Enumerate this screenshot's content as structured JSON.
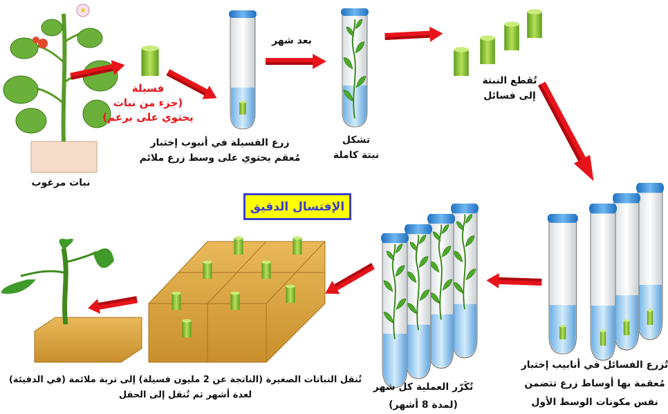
{
  "title": "الإفتسال الدقيق",
  "colors": {
    "arrow": "#e8141b",
    "title_bg": "#ffff00",
    "title_border": "#3a3ed0",
    "cap": "#3a8fd8",
    "medium": "#a9d4f5",
    "plant": "#4caa2a"
  },
  "steps": {
    "desired_plant": {
      "label": "نبات مرغوب"
    },
    "cutting": {
      "lines": [
        "فسيلة",
        "(جزء من نبات",
        "يحتوي على برعم)"
      ]
    },
    "plant_in_tube": {
      "lines": [
        "زرع الفسيلة في أنبوب إختبار",
        "مُعقم يحتوي على وسط زرع ملائم"
      ]
    },
    "after_month": {
      "label": "بعد شهر"
    },
    "full_plantlet": {
      "lines": [
        "تشكل",
        "نبتة كاملة"
      ]
    },
    "cut_plantlet": {
      "lines": [
        "تُقطع النبتة",
        "إلى فسائل"
      ]
    },
    "replant_tubes": {
      "lines": [
        "تُزرع الفسائل في أنابيب إختبار",
        "مُعقمة بها أوساط زرع تتضمن",
        "نفس مكونات الوسط الأول"
      ]
    },
    "repeat": {
      "lines": [
        "تُكَرّر العملية كل شهر",
        "(لمدة 8 أشهر)"
      ]
    },
    "transfer": {
      "lines": [
        "تُنقل النباتات الصغيرة (الناتجة عن 2 مليون فسيلة) إلى تربة ملائمة (في الدفيئة)",
        "لعدة أشهر ثم تُنقل إلى الحقل"
      ]
    }
  }
}
